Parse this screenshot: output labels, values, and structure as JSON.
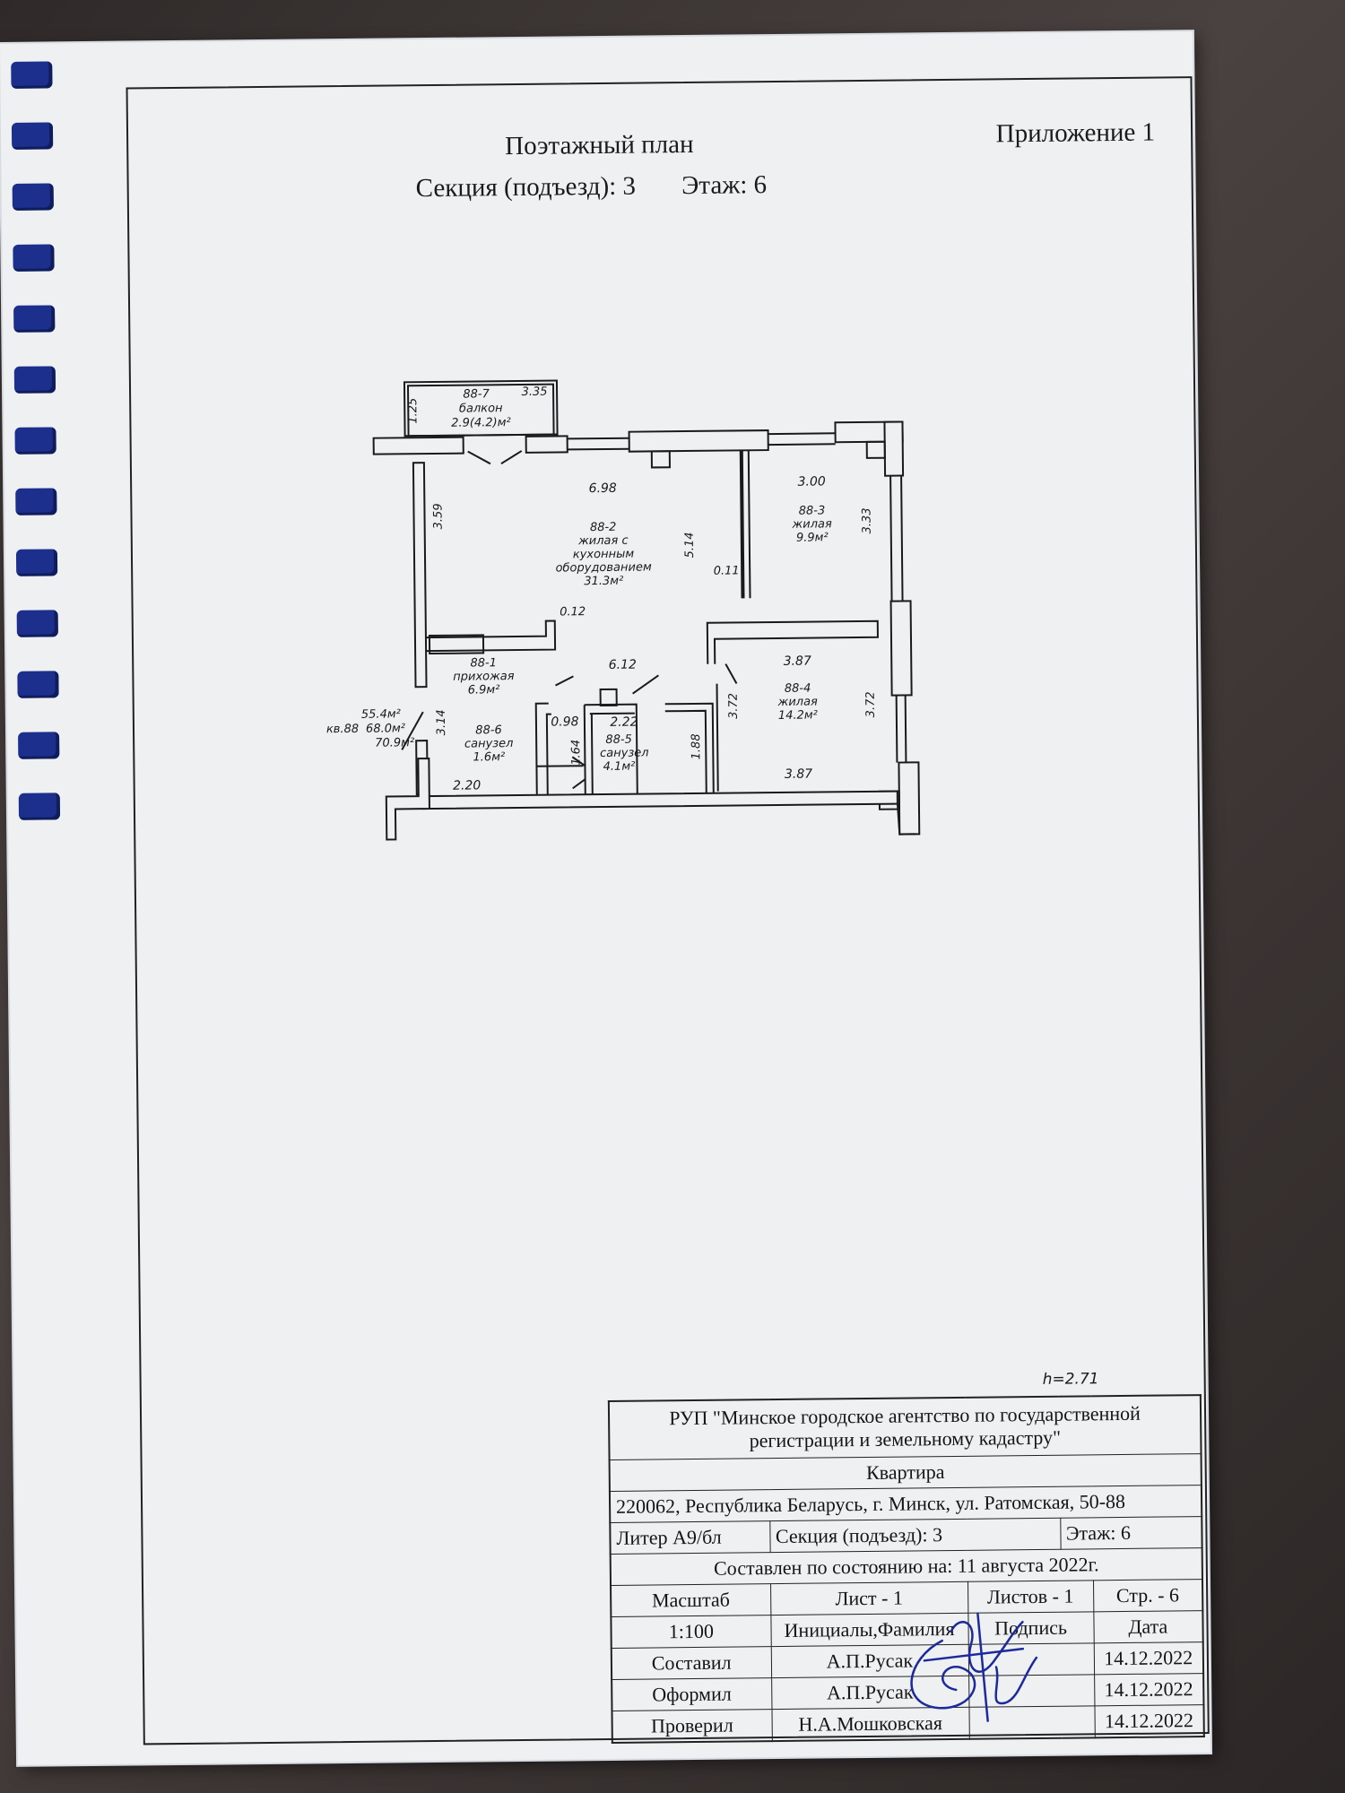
{
  "header": {
    "title": "Поэтажный план",
    "section": "Секция (подъезд): 3",
    "floor": "Этаж: 6",
    "appendix": "Приложение 1"
  },
  "plan": {
    "balcony": {
      "id": "88-7",
      "name": "балкон",
      "area": "2.9(4.2)м²",
      "width": "3.35",
      "depth": "1.25"
    },
    "living_kitchen": {
      "id": "88-2",
      "name1": "жилая с",
      "name2": "кухонным",
      "name3": "оборудованием",
      "area": "31.3м²",
      "width": "6.98",
      "height": "5.14",
      "left": "3.59",
      "notch": "0.12",
      "wall": "0.11"
    },
    "room3": {
      "id": "88-3",
      "name": "жилая",
      "area": "9.9м²",
      "width": "3.00",
      "height": "3.33"
    },
    "room4": {
      "id": "88-4",
      "name": "жилая",
      "area": "14.2м²",
      "width_top": "3.87",
      "width_bottom": "3.87",
      "height_left": "3.72",
      "height_right": "3.72"
    },
    "hall": {
      "id": "88-1",
      "name": "прихожая",
      "area": "6.9м²",
      "width": "6.12",
      "height": "3.14",
      "bottom": "2.20"
    },
    "bath6": {
      "id": "88-6",
      "name": "санузел",
      "area": "1.6м²",
      "width": "0.98",
      "height": "1.64"
    },
    "bath5": {
      "id": "88-5",
      "name": "санузел",
      "area": "4.1м²",
      "width": "2.22",
      "height": "1.88"
    },
    "totals": {
      "living": "55.4м²",
      "apt_label": "кв.88",
      "total": "68.0м²",
      "gross": "70.9м²"
    }
  },
  "height_label": "h=2.71",
  "stamp": {
    "org": "РУП \"Минское городское агентство по государственной регистрации и земельному кадастру\"",
    "object": "Квартира",
    "address": "220062, Республика Беларусь, г. Минск, ул. Ратомская, 50-88",
    "liter": "Литер А9/бл",
    "section": "Секция (подъезд): 3",
    "floor": "Этаж: 6",
    "compiled_state": "Составлен по состоянию на: 11 августа 2022г.",
    "scale_label": "Масштаб",
    "sheet": "Лист - 1",
    "sheets": "Листов - 1",
    "page": "Стр. - 6",
    "scale": "1:100",
    "initials_label": "Инициалы,Фамилия",
    "signature_label": "Подпись",
    "date_label": "Дата",
    "rows": [
      {
        "role": "Составил",
        "name": "А.П.Русак",
        "date": "14.12.2022"
      },
      {
        "role": "Оформил",
        "name": "А.П.Русак",
        "date": "14.12.2022"
      },
      {
        "role": "Проверил",
        "name": "Н.А.Мошковская",
        "date": "14.12.2022"
      }
    ]
  }
}
